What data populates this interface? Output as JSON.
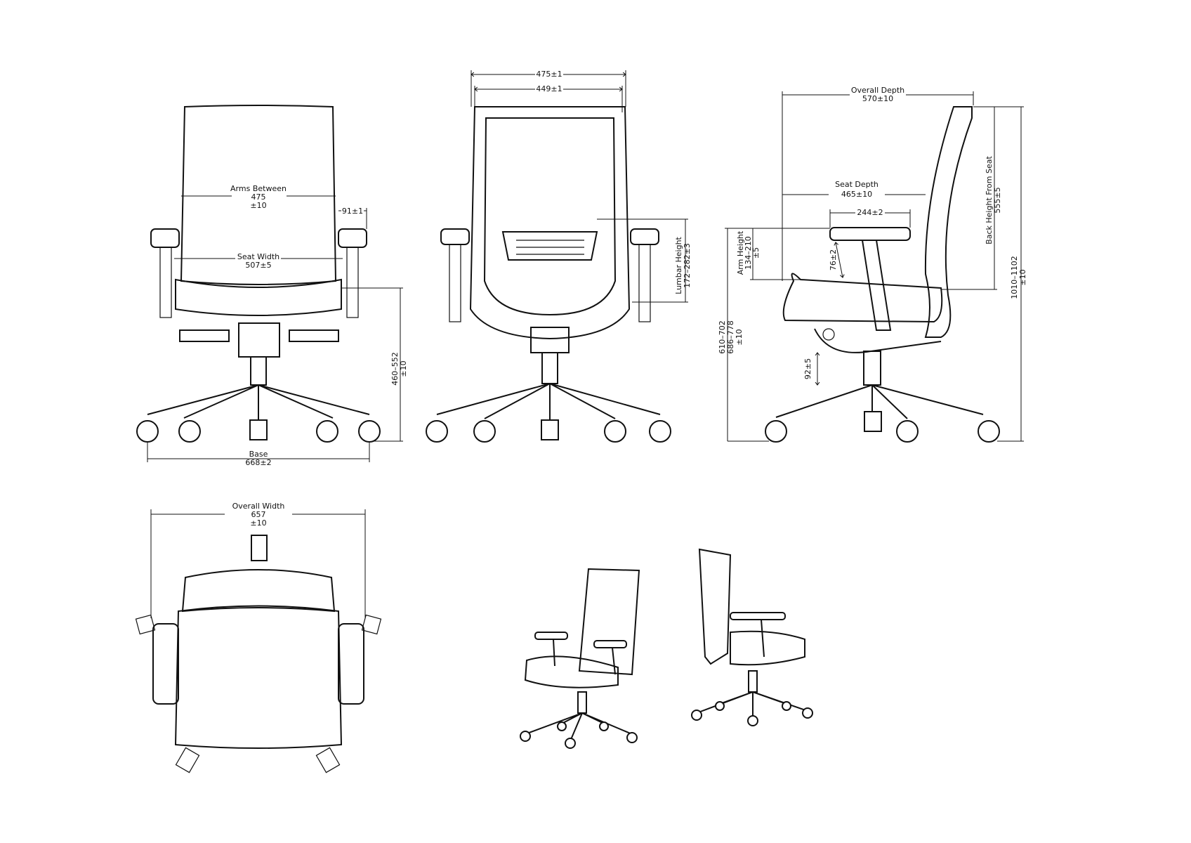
{
  "front_view": {
    "arms_between": {
      "label": "Arms Between",
      "value": "475",
      "tol": "±10"
    },
    "armrest_width": "91±1",
    "seat_width": {
      "label": "Seat Width",
      "value": "507±5"
    },
    "seat_height": {
      "value": "460–552",
      "tol": "±10"
    },
    "base": {
      "label": "Base",
      "value": "668±2"
    }
  },
  "back_view": {
    "outer_width": "475±1",
    "inner_width": "449±1",
    "lumbar_height": {
      "label": "Lumbar Height",
      "value": "172–282±3"
    }
  },
  "side_view": {
    "overall_depth": {
      "label": "Overall Depth",
      "value": "570±10"
    },
    "seat_depth": {
      "label": "Seat Depth",
      "value": "465±10"
    },
    "armpad_depth": "244±2",
    "arm_height": {
      "label": "Arm Height",
      "value": "134–210",
      "tol": "±5"
    },
    "arm_slide": "76±2",
    "arm_floor_height": {
      "line1": "610–702",
      "line2": "686–778",
      "tol": "±10"
    },
    "gas_lift": "92±5",
    "back_height": {
      "label": "Back Height From Seat",
      "value": "555±5"
    },
    "overall_height": {
      "value": "1010–1102",
      "tol": "±10"
    }
  },
  "top_view": {
    "overall_width": {
      "label": "Overall Width",
      "value": "657",
      "tol": "±10"
    }
  }
}
